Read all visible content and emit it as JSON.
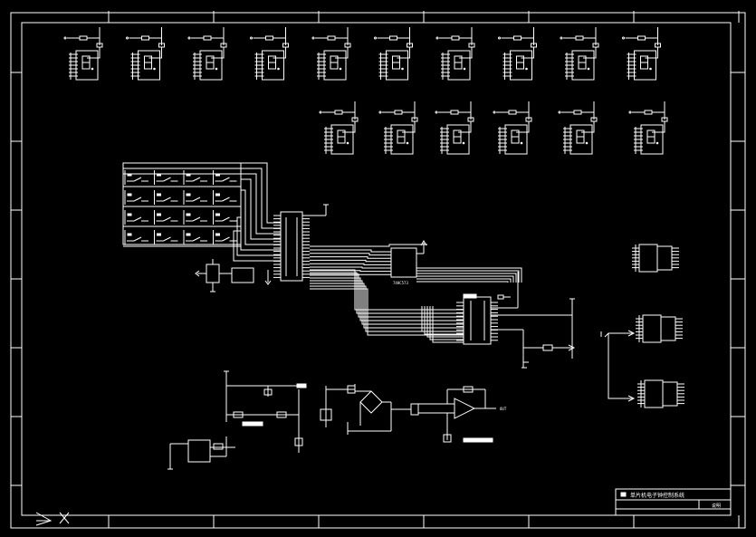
{
  "drawing": {
    "background": "#000000",
    "line_color": "#ffffff",
    "title_block": {
      "title": "单片机电子钟控制系统",
      "sheet_label": "说明"
    },
    "chips": {
      "latch_label": "74HC573",
      "opamp_output_label": "OUT"
    },
    "display_row1_count": 10,
    "display_row2_count": 6,
    "keypad": {
      "rows": 4,
      "columns": 4
    }
  },
  "icons": {
    "ucs_icon": "ucs-axis-icon",
    "cursor_icon": "cross-cursor-icon"
  }
}
